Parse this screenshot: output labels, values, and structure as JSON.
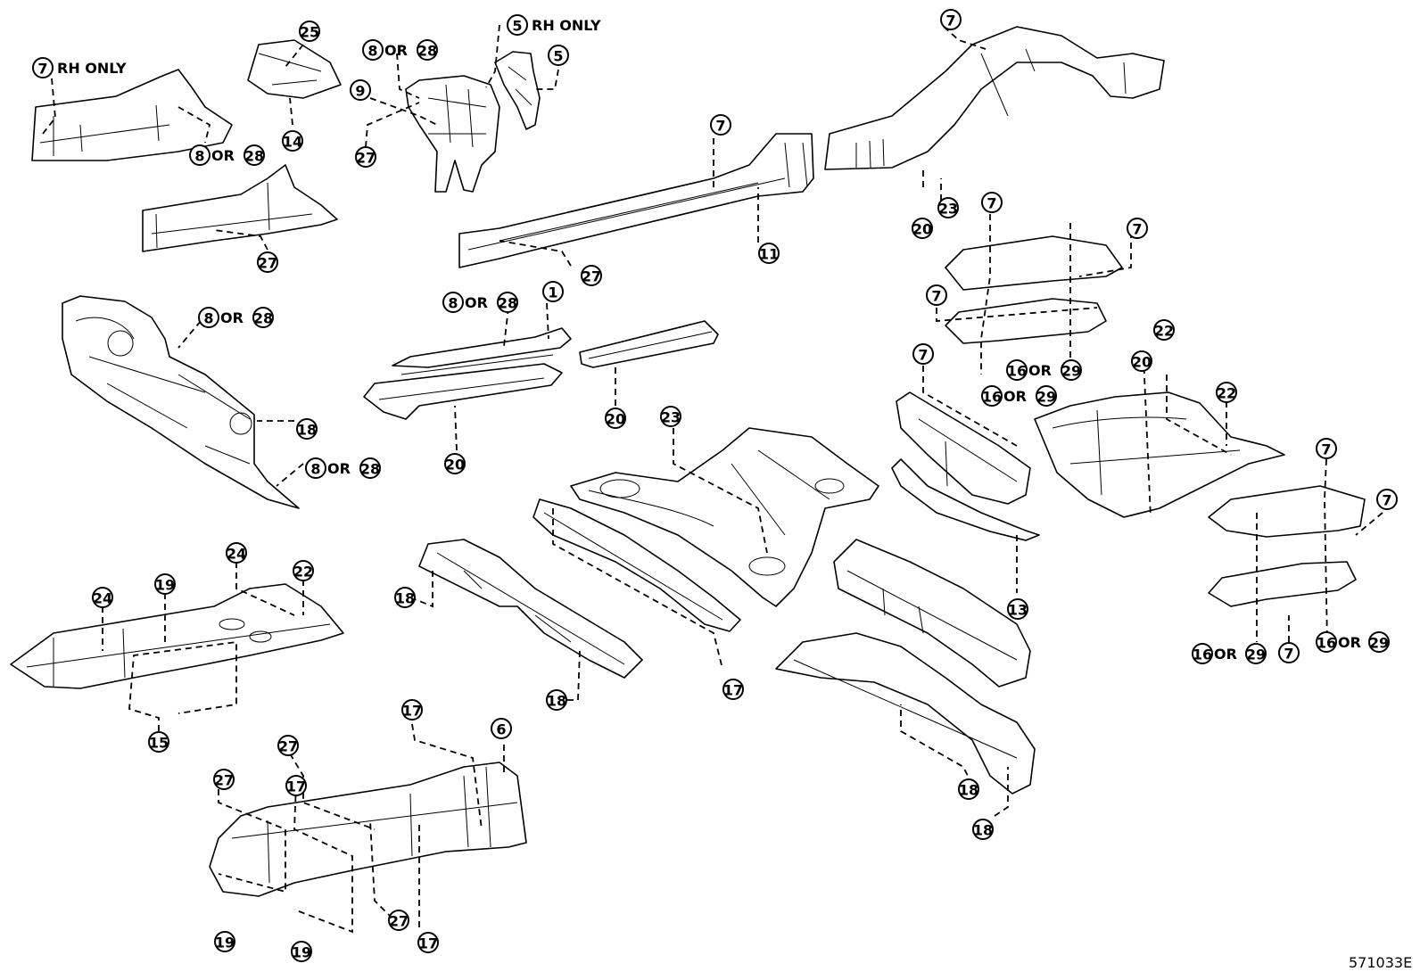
{
  "diagram": {
    "code": "571033E",
    "note_rh_only": "RH ONLY",
    "note_or": "OR",
    "callouts": {
      "c1": "1",
      "c5": "5",
      "c6": "6",
      "c7": "7",
      "c8": "8",
      "c9": "9",
      "c11": "11",
      "c13": "13",
      "c14": "14",
      "c15": "15",
      "c16": "16",
      "c17": "17",
      "c18": "18",
      "c19": "19",
      "c20": "20",
      "c22": "22",
      "c23": "23",
      "c24": "24",
      "c25": "25",
      "c27": "27",
      "c28": "28",
      "c29": "29"
    }
  }
}
